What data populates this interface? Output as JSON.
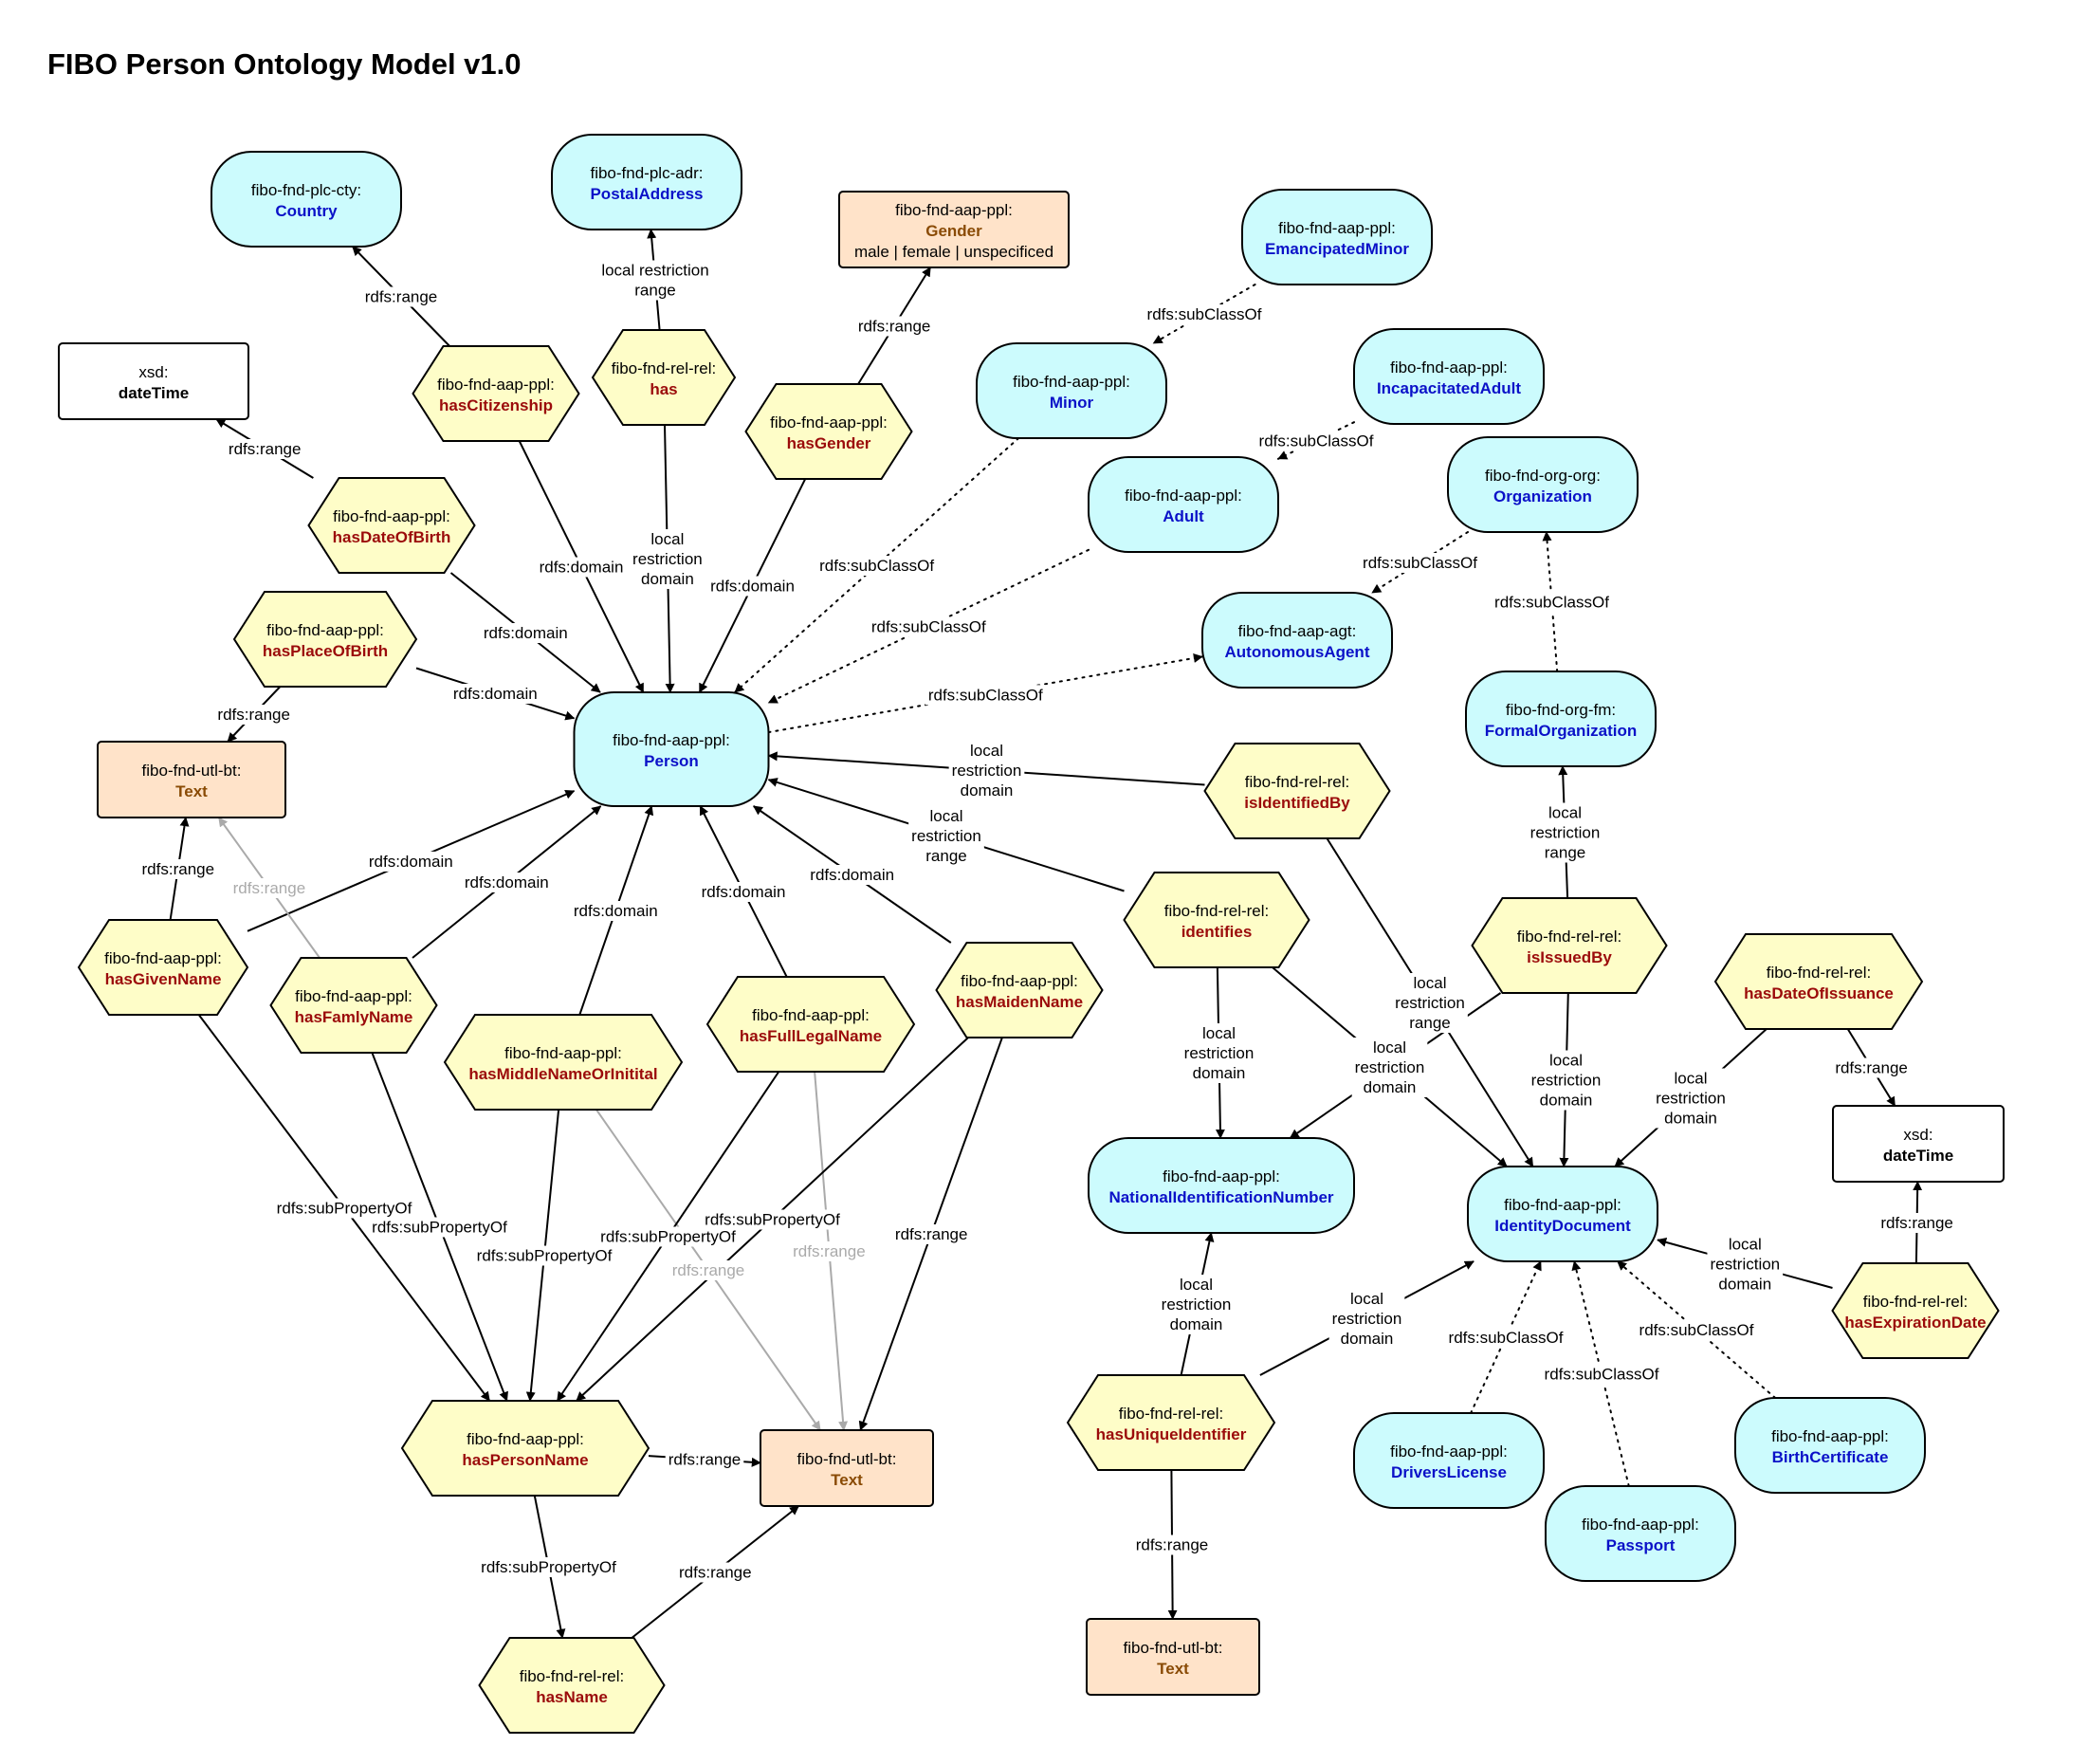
{
  "title": "FIBO Person Ontology Model v1.0",
  "colors": {
    "class_fill": "#ccfbfd",
    "property_fill": "#fefdc8",
    "datatype_fill": "#ffe3c9",
    "xsd_fill": "#ffffff",
    "class_text": "#0b11c8",
    "property_text": "#9b0b0b",
    "datatype_text": "#8a4b05",
    "edge": "#000000",
    "faded_edge": "#aaaaaa"
  },
  "nodes": [
    {
      "id": "country",
      "type": "class",
      "prefix": "fibo-fnd-plc-cty:",
      "name": "Country"
    },
    {
      "id": "postaladdress",
      "type": "class",
      "prefix": "fibo-fnd-plc-adr:",
      "name": "PostalAddress"
    },
    {
      "id": "gender",
      "type": "datatype",
      "prefix": "fibo-fnd-aap-ppl:",
      "name": "Gender",
      "extra": "male | female | unspecificed"
    },
    {
      "id": "emancipatedminor",
      "type": "class",
      "prefix": "fibo-fnd-aap-ppl:",
      "name": "EmancipatedMinor"
    },
    {
      "id": "xsd_datetime_1",
      "type": "xsd",
      "prefix": "xsd:",
      "name": "dateTime"
    },
    {
      "id": "hascitizenship",
      "type": "property",
      "prefix": "fibo-fnd-aap-ppl:",
      "name": "hasCitizenship"
    },
    {
      "id": "has",
      "type": "property",
      "prefix": "fibo-fnd-rel-rel:",
      "name": "has"
    },
    {
      "id": "hasgender",
      "type": "property",
      "prefix": "fibo-fnd-aap-ppl:",
      "name": "hasGender"
    },
    {
      "id": "minor",
      "type": "class",
      "prefix": "fibo-fnd-aap-ppl:",
      "name": "Minor"
    },
    {
      "id": "incapacitatedadult",
      "type": "class",
      "prefix": "fibo-fnd-aap-ppl:",
      "name": "IncapacitatedAdult"
    },
    {
      "id": "hasdateofbirth",
      "type": "property",
      "prefix": "fibo-fnd-aap-ppl:",
      "name": "hasDateOfBirth"
    },
    {
      "id": "adult",
      "type": "class",
      "prefix": "fibo-fnd-aap-ppl:",
      "name": "Adult"
    },
    {
      "id": "organization",
      "type": "class",
      "prefix": "fibo-fnd-org-org:",
      "name": "Organization"
    },
    {
      "id": "hasplaceofbirth",
      "type": "property",
      "prefix": "fibo-fnd-aap-ppl:",
      "name": "hasPlaceOfBirth"
    },
    {
      "id": "autonomousagent",
      "type": "class",
      "prefix": "fibo-fnd-aap-agt:",
      "name": "AutonomousAgent"
    },
    {
      "id": "person",
      "type": "class",
      "prefix": "fibo-fnd-aap-ppl:",
      "name": "Person"
    },
    {
      "id": "formalorganization",
      "type": "class",
      "prefix": "fibo-fnd-org-fm:",
      "name": "FormalOrganization"
    },
    {
      "id": "text_1",
      "type": "datatype",
      "prefix": "fibo-fnd-utl-bt:",
      "name": "Text"
    },
    {
      "id": "isidentifiedby",
      "type": "property",
      "prefix": "fibo-fnd-rel-rel:",
      "name": "isIdentifiedBy"
    },
    {
      "id": "identifies",
      "type": "property",
      "prefix": "fibo-fnd-rel-rel:",
      "name": "identifies"
    },
    {
      "id": "isissuedby",
      "type": "property",
      "prefix": "fibo-fnd-rel-rel:",
      "name": "isIssuedBy"
    },
    {
      "id": "hasgivenname",
      "type": "property",
      "prefix": "fibo-fnd-aap-ppl:",
      "name": "hasGivenName"
    },
    {
      "id": "hasfamlyname",
      "type": "property",
      "prefix": "fibo-fnd-aap-ppl:",
      "name": "hasFamlyName"
    },
    {
      "id": "hasmaidenname",
      "type": "property",
      "prefix": "fibo-fnd-aap-ppl:",
      "name": "hasMaidenName"
    },
    {
      "id": "hasfulllegalname",
      "type": "property",
      "prefix": "fibo-fnd-aap-ppl:",
      "name": "hasFullLegalName"
    },
    {
      "id": "hasmiddlenameorinitital",
      "type": "property",
      "prefix": "fibo-fnd-aap-ppl:",
      "name": "hasMiddleNameOrInitital"
    },
    {
      "id": "hasdateofissuance",
      "type": "property",
      "prefix": "fibo-fnd-rel-rel:",
      "name": "hasDateOfIssuance"
    },
    {
      "id": "xsd_datetime_2",
      "type": "xsd",
      "prefix": "xsd:",
      "name": "dateTime"
    },
    {
      "id": "nationalidentificationnumber",
      "type": "class",
      "prefix": "fibo-fnd-aap-ppl:",
      "name": "NationalIdentificationNumber"
    },
    {
      "id": "identitydocument",
      "type": "class",
      "prefix": "fibo-fnd-aap-ppl:",
      "name": "IdentityDocument"
    },
    {
      "id": "hasexpirationdate",
      "type": "property",
      "prefix": "fibo-fnd-rel-rel:",
      "name": "hasExpirationDate"
    },
    {
      "id": "haspersonname",
      "type": "property",
      "prefix": "fibo-fnd-aap-ppl:",
      "name": "hasPersonName"
    },
    {
      "id": "text_2",
      "type": "datatype",
      "prefix": "fibo-fnd-utl-bt:",
      "name": "Text"
    },
    {
      "id": "hasuniqueidentifier",
      "type": "property",
      "prefix": "fibo-fnd-rel-rel:",
      "name": "hasUniqueIdentifier"
    },
    {
      "id": "driverslicense",
      "type": "class",
      "prefix": "fibo-fnd-aap-ppl:",
      "name": "DriversLicense"
    },
    {
      "id": "birthcertificate",
      "type": "class",
      "prefix": "fibo-fnd-aap-ppl:",
      "name": "BirthCertificate"
    },
    {
      "id": "passport",
      "type": "class",
      "prefix": "fibo-fnd-aap-ppl:",
      "name": "Passport"
    },
    {
      "id": "hasname",
      "type": "property",
      "prefix": "fibo-fnd-rel-rel:",
      "name": "hasName"
    },
    {
      "id": "text_3",
      "type": "datatype",
      "prefix": "fibo-fnd-utl-bt:",
      "name": "Text"
    }
  ],
  "edges": [
    {
      "from": "hascitizenship",
      "to": "country",
      "label": "rdfs:range"
    },
    {
      "from": "hascitizenship",
      "to": "person",
      "label": "rdfs:domain"
    },
    {
      "from": "has",
      "to": "postaladdress",
      "label": "local restriction\nrange"
    },
    {
      "from": "has",
      "to": "person",
      "label": "local\nrestriction\ndomain"
    },
    {
      "from": "hasgender",
      "to": "gender",
      "label": "rdfs:range"
    },
    {
      "from": "hasgender",
      "to": "person",
      "label": "rdfs:domain"
    },
    {
      "from": "hasdateofbirth",
      "to": "xsd_datetime_1",
      "label": "rdfs:range"
    },
    {
      "from": "hasdateofbirth",
      "to": "person",
      "label": "rdfs:domain"
    },
    {
      "from": "hasplaceofbirth",
      "to": "text_1",
      "label": "rdfs:range"
    },
    {
      "from": "hasplaceofbirth",
      "to": "person",
      "label": "rdfs:domain"
    },
    {
      "from": "emancipatedminor",
      "to": "minor",
      "label": "rdfs:subClassOf",
      "style": "dotted"
    },
    {
      "from": "minor",
      "to": "person",
      "label": "rdfs:subClassOf",
      "style": "dotted"
    },
    {
      "from": "incapacitatedadult",
      "to": "adult",
      "label": "rdfs:subClassOf",
      "style": "dotted"
    },
    {
      "from": "adult",
      "to": "person",
      "label": "rdfs:subClassOf",
      "style": "dotted"
    },
    {
      "from": "organization",
      "to": "autonomousagent",
      "label": "rdfs:subClassOf",
      "style": "dotted"
    },
    {
      "from": "person",
      "to": "autonomousagent",
      "label": "rdfs:subClassOf",
      "style": "dotted"
    },
    {
      "from": "formalorganization",
      "to": "organization",
      "label": "rdfs:subClassOf",
      "style": "dotted"
    },
    {
      "from": "isidentifiedby",
      "to": "person",
      "label": "local\nrestriction\ndomain"
    },
    {
      "from": "isidentifiedby",
      "to": "identitydocument",
      "label": "local\nrestriction\nrange"
    },
    {
      "from": "identifies",
      "to": "person",
      "label": "local\nrestriction\nrange"
    },
    {
      "from": "identifies",
      "to": "nationalidentificationnumber",
      "label": "local\nrestriction\ndomain"
    },
    {
      "from": "identifies",
      "to": "identitydocument",
      "label": "local\nrestriction\ndomain"
    },
    {
      "from": "isissuedby",
      "to": "formalorganization",
      "label": "local\nrestriction\nrange"
    },
    {
      "from": "isissuedby",
      "to": "identitydocument",
      "label": "local\nrestriction\ndomain"
    },
    {
      "from": "isissuedby",
      "to": "nationalidentificationnumber",
      "label": ""
    },
    {
      "from": "hasgivenname",
      "to": "person",
      "label": "rdfs:domain"
    },
    {
      "from": "hasgivenname",
      "to": "text_1",
      "label": "rdfs:range"
    },
    {
      "from": "hasgivenname",
      "to": "haspersonname",
      "label": "rdfs:subPropertyOf"
    },
    {
      "from": "hasfamlyname",
      "to": "person",
      "label": "rdfs:domain"
    },
    {
      "from": "hasfamlyname",
      "to": "text_1",
      "label": "rdfs:range",
      "style": "gray"
    },
    {
      "from": "hasfamlyname",
      "to": "haspersonname",
      "label": "rdfs:subPropertyOf"
    },
    {
      "from": "hasmiddlenameorinitital",
      "to": "person",
      "label": "rdfs:domain"
    },
    {
      "from": "hasmiddlenameorinitital",
      "to": "haspersonname",
      "label": "rdfs:subPropertyOf"
    },
    {
      "from": "hasmiddlenameorinitital",
      "to": "text_2",
      "label": "rdfs:range",
      "style": "gray"
    },
    {
      "from": "hasfulllegalname",
      "to": "person",
      "label": "rdfs:domain"
    },
    {
      "from": "hasfulllegalname",
      "to": "haspersonname",
      "label": "rdfs:subPropertyOf"
    },
    {
      "from": "hasfulllegalname",
      "to": "text_2",
      "label": "rdfs:range",
      "style": "gray"
    },
    {
      "from": "hasmaidenname",
      "to": "person",
      "label": "rdfs:domain"
    },
    {
      "from": "hasmaidenname",
      "to": "haspersonname",
      "label": "rdfs:subPropertyOf"
    },
    {
      "from": "hasmaidenname",
      "to": "text_2",
      "label": "rdfs:range"
    },
    {
      "from": "haspersonname",
      "to": "text_2",
      "label": "rdfs:range"
    },
    {
      "from": "haspersonname",
      "to": "hasname",
      "label": "rdfs:subPropertyOf"
    },
    {
      "from": "hasname",
      "to": "text_2",
      "label": "rdfs:range"
    },
    {
      "from": "hasdateofissuance",
      "to": "identitydocument",
      "label": "local\nrestriction\ndomain"
    },
    {
      "from": "hasdateofissuance",
      "to": "xsd_datetime_2",
      "label": "rdfs:range"
    },
    {
      "from": "hasexpirationdate",
      "to": "identitydocument",
      "label": "local\nrestriction\ndomain"
    },
    {
      "from": "hasexpirationdate",
      "to": "xsd_datetime_2",
      "label": "rdfs:range"
    },
    {
      "from": "hasuniqueidentifier",
      "to": "nationalidentificationnumber",
      "label": "local\nrestriction\ndomain"
    },
    {
      "from": "hasuniqueidentifier",
      "to": "identitydocument",
      "label": "local\nrestriction\ndomain"
    },
    {
      "from": "hasuniqueidentifier",
      "to": "text_3",
      "label": "rdfs:range"
    },
    {
      "from": "driverslicense",
      "to": "identitydocument",
      "label": "rdfs:subClassOf",
      "style": "dotted"
    },
    {
      "from": "passport",
      "to": "identitydocument",
      "label": "rdfs:subClassOf",
      "style": "dotted"
    },
    {
      "from": "birthcertificate",
      "to": "identitydocument",
      "label": "rdfs:subClassOf",
      "style": "dotted"
    }
  ]
}
